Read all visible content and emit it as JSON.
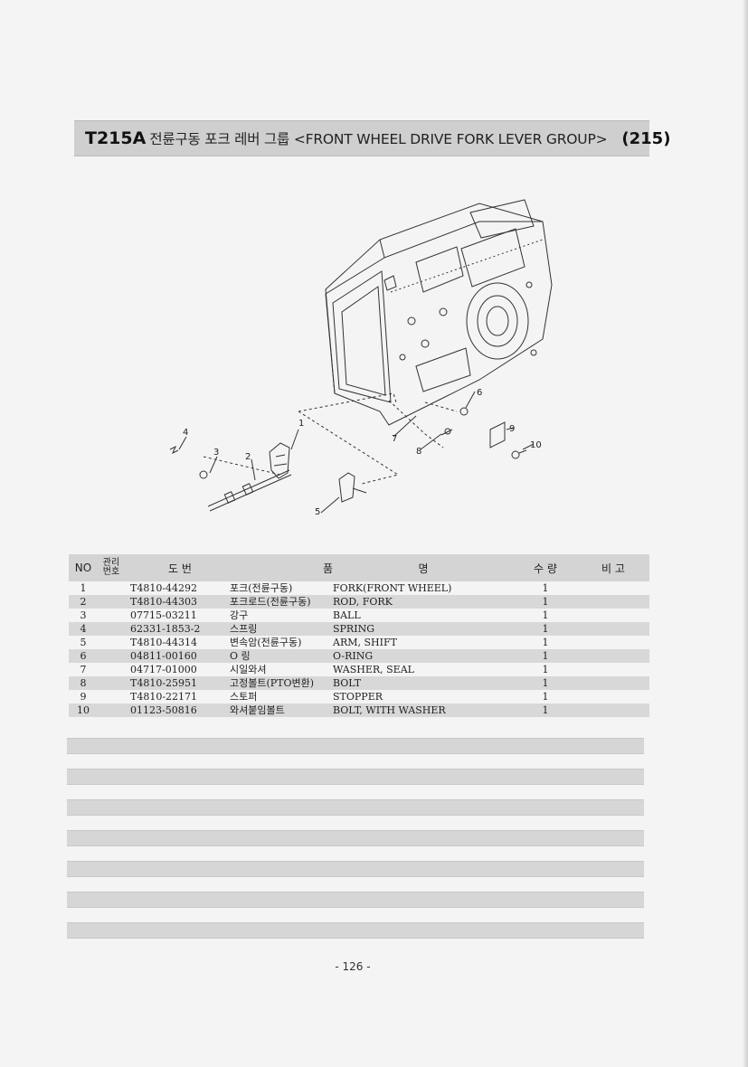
{
  "title": {
    "code": "T215A",
    "text": "전륜구동 포크 레버 그룹 <FRONT WHEEL DRIVE FORK LEVER GROUP>",
    "number": "(215)"
  },
  "diagram": {
    "callouts": [
      "1",
      "2",
      "3",
      "4",
      "5",
      "6",
      "7",
      "8",
      "9",
      "10"
    ]
  },
  "table": {
    "headers": {
      "no": "NO",
      "mgmt_top": "관리",
      "mgmt_bottom": "번호",
      "drawing": "도 번",
      "name_left": "품",
      "name_right": "명",
      "qty": "수 량",
      "remark": "비 고"
    },
    "rows": [
      {
        "no": "1",
        "drawing": "T4810-44292",
        "name_ko": "포크(전륜구동)",
        "name_en": "FORK(FRONT WHEEL)",
        "qty": "1"
      },
      {
        "no": "2",
        "drawing": "T4810-44303",
        "name_ko": "포크로드(전륜구동)",
        "name_en": "ROD, FORK",
        "qty": "1"
      },
      {
        "no": "3",
        "drawing": "07715-03211",
        "name_ko": "강구",
        "name_en": "BALL",
        "qty": "1"
      },
      {
        "no": "4",
        "drawing": "62331-1853-2",
        "name_ko": "스프링",
        "name_en": "SPRING",
        "qty": "1"
      },
      {
        "no": "5",
        "drawing": "T4810-44314",
        "name_ko": "변속암(전륜구동)",
        "name_en": "ARM, SHIFT",
        "qty": "1"
      },
      {
        "no": "6",
        "drawing": "04811-00160",
        "name_ko": "O 링",
        "name_en": "O-RING",
        "qty": "1"
      },
      {
        "no": "7",
        "drawing": "04717-01000",
        "name_ko": "시일와셔",
        "name_en": "WASHER, SEAL",
        "qty": "1"
      },
      {
        "no": "8",
        "drawing": "T4810-25951",
        "name_ko": "고정볼트(PTO변환)",
        "name_en": "BOLT",
        "qty": "1"
      },
      {
        "no": "9",
        "drawing": "T4810-22171",
        "name_ko": "스토퍼",
        "name_en": "STOPPER",
        "qty": "1"
      },
      {
        "no": "10",
        "drawing": "01123-50816",
        "name_ko": "와셔붙임볼트",
        "name_en": "BOLT, WITH WASHER",
        "qty": "1"
      }
    ]
  },
  "page_number": "- 126 -"
}
